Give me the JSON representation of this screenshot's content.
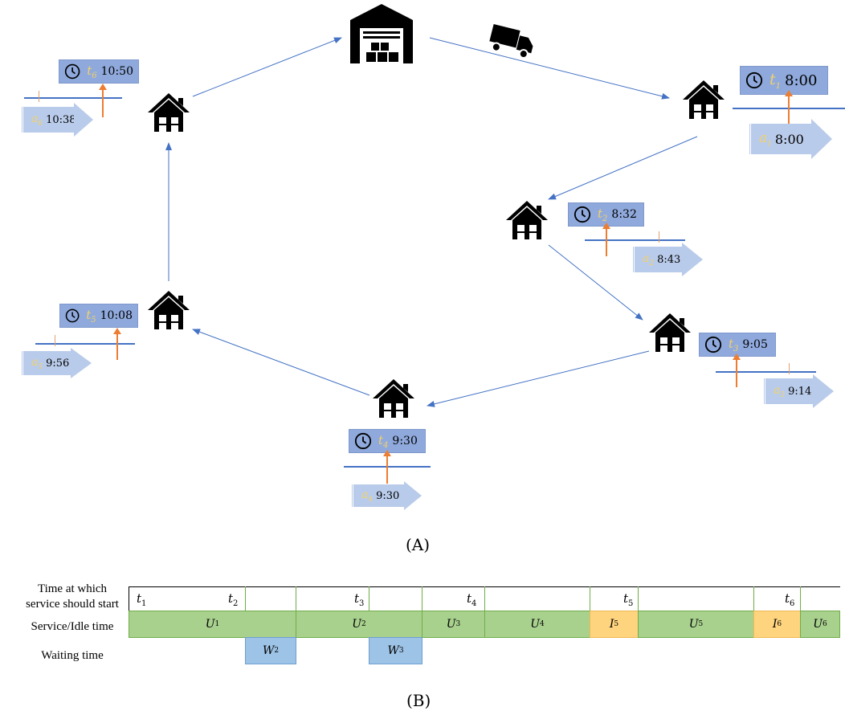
{
  "part_a": {
    "caption": "(A)",
    "time_symbol": "t",
    "arrival_symbol": "a",
    "stops": [
      {
        "id": 1,
        "t": "8:00",
        "a": "8:00"
      },
      {
        "id": 2,
        "t": "8:32",
        "a": "8:43"
      },
      {
        "id": 3,
        "t": "9:05",
        "a": "9:14"
      },
      {
        "id": 4,
        "t": "9:30",
        "a": "9:30"
      },
      {
        "id": 5,
        "t": "10:08",
        "a": "9:56"
      },
      {
        "id": 6,
        "t": "10:50",
        "a": "10:38"
      }
    ]
  },
  "part_b": {
    "caption": "(B)",
    "row_labels": {
      "time_line1": "Time at which",
      "time_line2": "service should start",
      "service": "Service/Idle time",
      "waiting": "Waiting time"
    },
    "time_labels": [
      "t",
      "t",
      "t",
      "t",
      "t",
      "t"
    ],
    "time_subs": [
      "1",
      "2",
      "3",
      "4",
      "5",
      "6"
    ],
    "service_cells": [
      {
        "sym": "U",
        "sub": "1",
        "kind": "service"
      },
      {
        "sym": "U",
        "sub": "2",
        "kind": "service"
      },
      {
        "sym": "U",
        "sub": "3",
        "kind": "service"
      },
      {
        "sym": "U",
        "sub": "4",
        "kind": "service"
      },
      {
        "sym": "I",
        "sub": "5",
        "kind": "idle"
      },
      {
        "sym": "U",
        "sub": "5",
        "kind": "service"
      },
      {
        "sym": "I",
        "sub": "6",
        "kind": "idle"
      },
      {
        "sym": "U",
        "sub": "6",
        "kind": "service"
      }
    ],
    "waiting_cells": [
      {
        "sym": "W",
        "sub": "2"
      },
      {
        "sym": "W",
        "sub": "3"
      }
    ],
    "colors": {
      "service": "#a9d18e",
      "idle": "#ffd47f",
      "waiting": "#9dc3e6"
    }
  }
}
